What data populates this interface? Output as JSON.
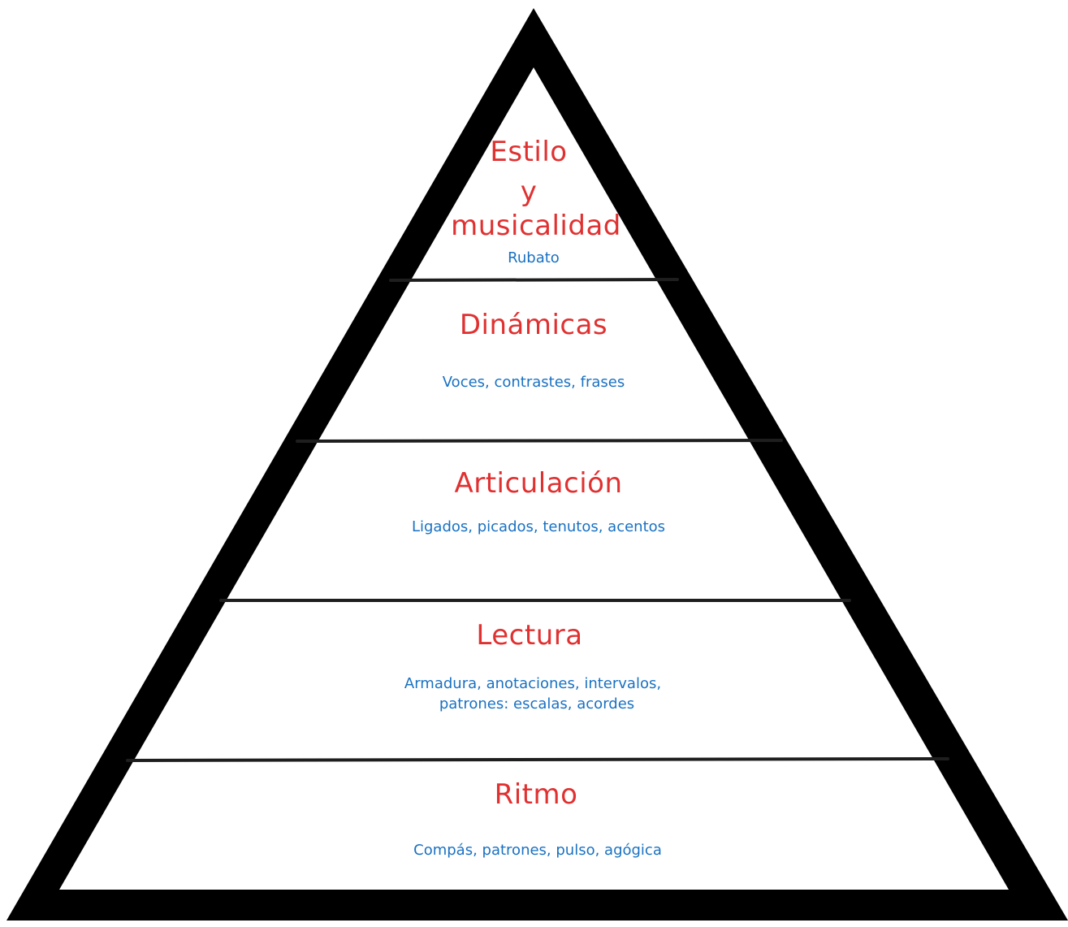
{
  "pyramid": {
    "levels": [
      {
        "title_lines": [
          "Estilo",
          "y",
          "musicalidad"
        ],
        "description_lines": [
          "Rubato"
        ]
      },
      {
        "title_lines": [
          "Dinámicas"
        ],
        "description_lines": [
          "Voces, contrastes, frases"
        ]
      },
      {
        "title_lines": [
          "Articulación"
        ],
        "description_lines": [
          "Ligados, picados, tenutos, acentos"
        ]
      },
      {
        "title_lines": [
          "Lectura"
        ],
        "description_lines": [
          "Armadura, anotaciones, intervalos,",
          "patrones: escalas, acordes"
        ]
      },
      {
        "title_lines": [
          "Ritmo"
        ],
        "description_lines": [
          "Compás, patrones, pulso, agógica"
        ]
      }
    ],
    "colors": {
      "outline": "#000000",
      "divider": "#1e1e1e",
      "title": "#e03131",
      "description": "#1971c2",
      "background": "#ffffff"
    }
  }
}
